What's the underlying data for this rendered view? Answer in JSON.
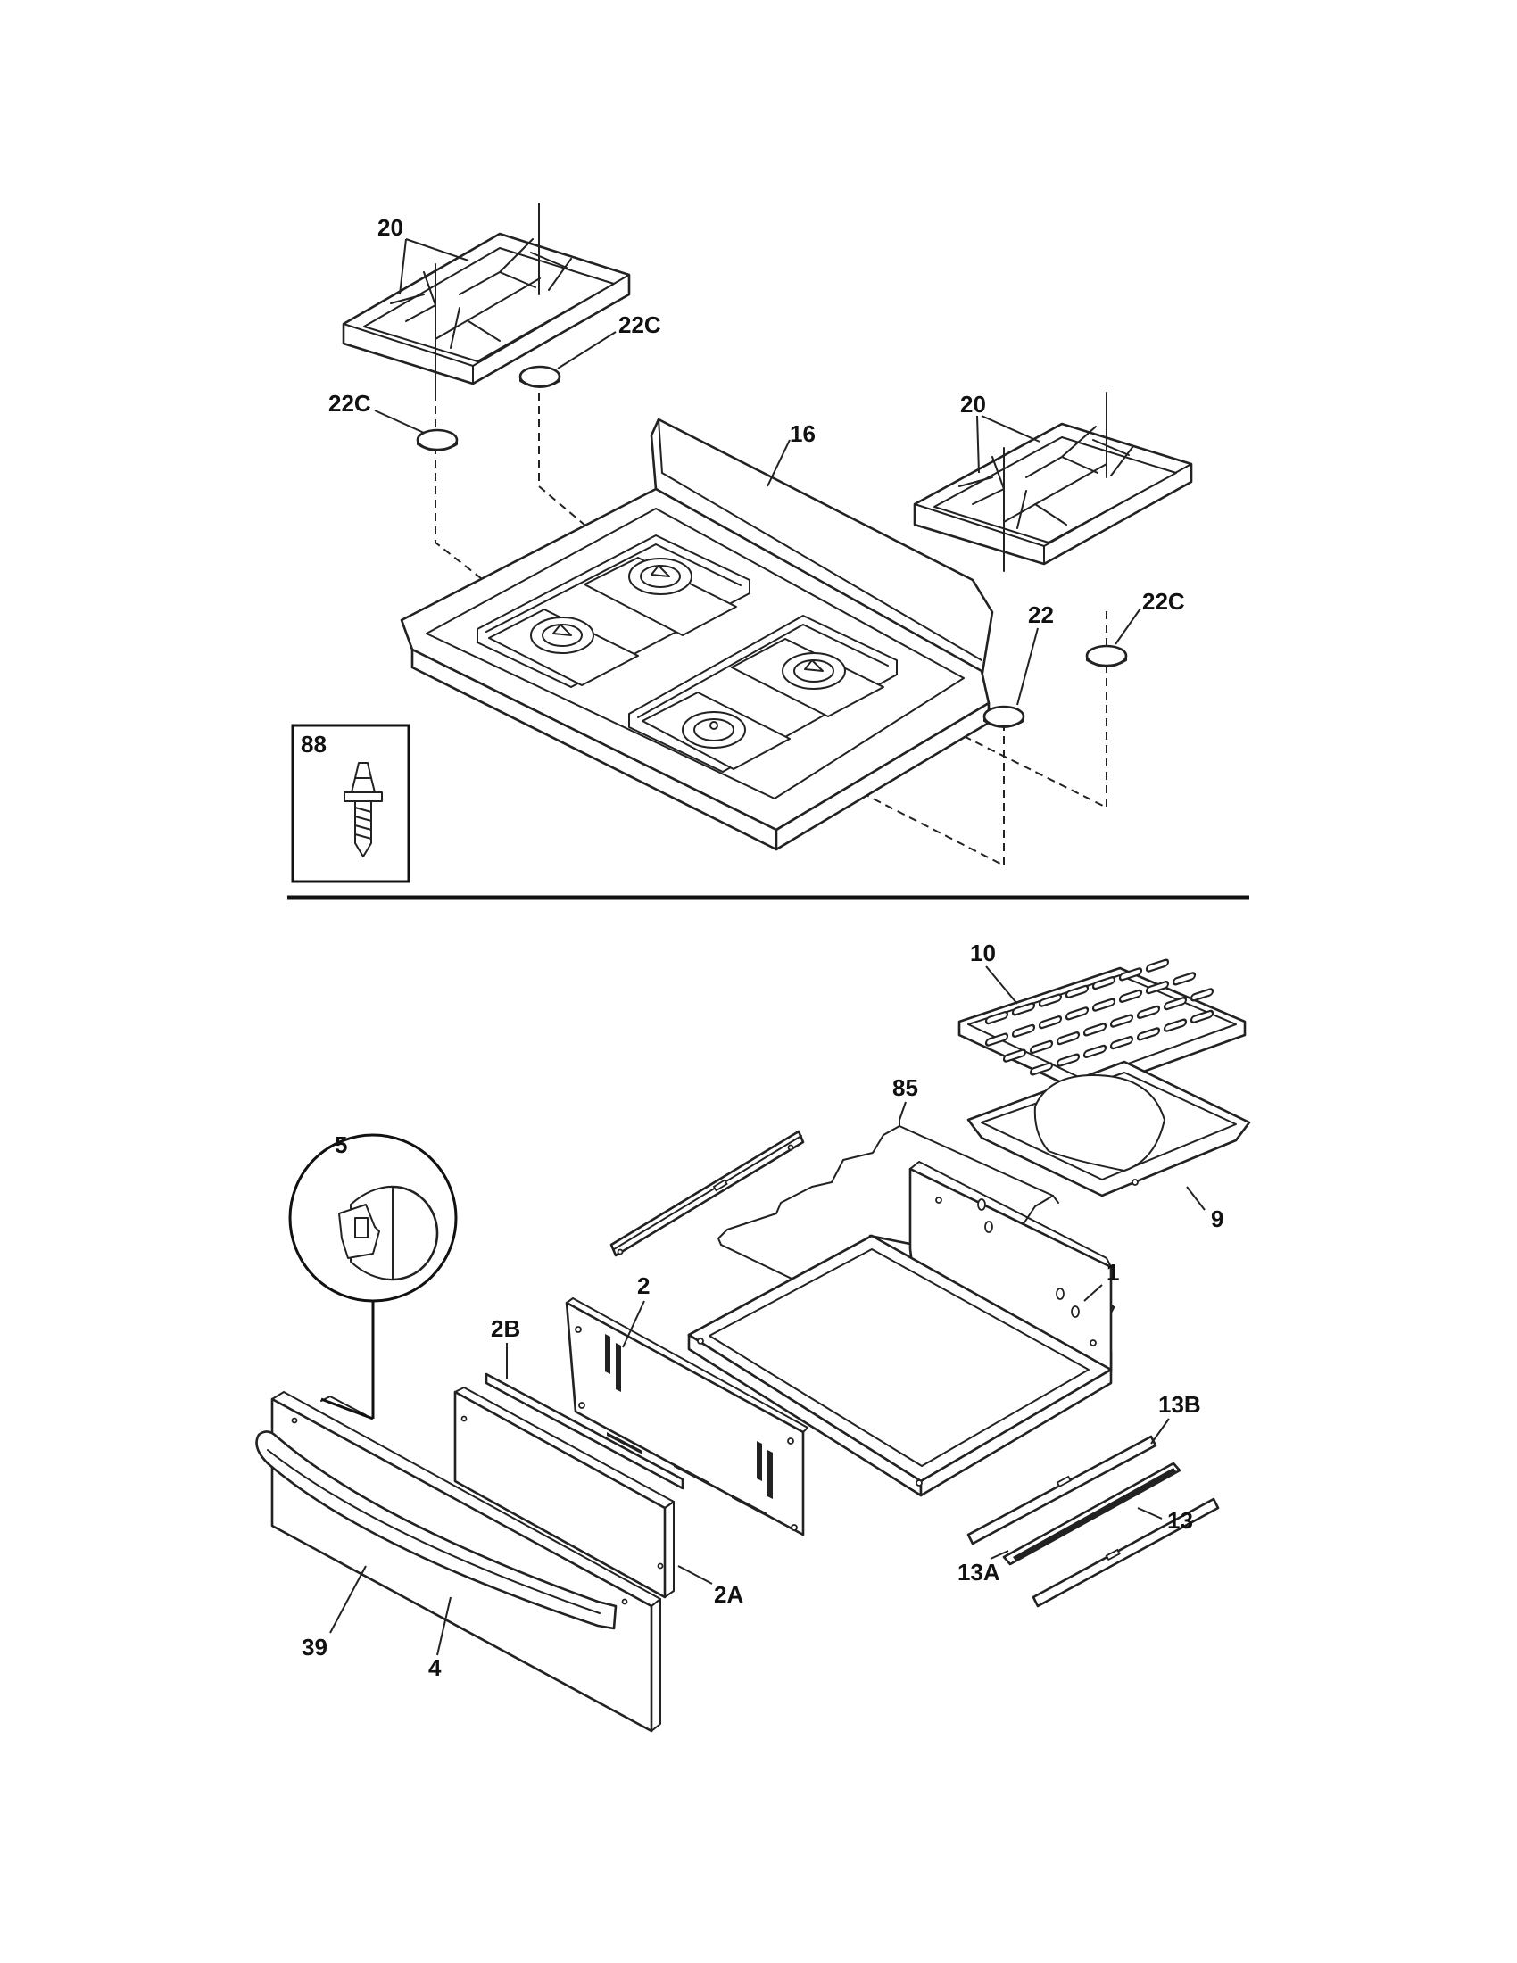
{
  "diagram": {
    "callouts": {
      "c20a": "20",
      "c22c_a": "22C",
      "c22c_b": "22C",
      "c16": "16",
      "c20b": "20",
      "c22": "22",
      "c22c_c": "22C",
      "c88": "88",
      "c10": "10",
      "c85": "85",
      "c9": "9",
      "c5": "5",
      "c2": "2",
      "c2b": "2B",
      "c1": "1",
      "c13b": "13B",
      "c13": "13",
      "c13a": "13A",
      "c2a": "2A",
      "c39": "39",
      "c4": "4"
    }
  }
}
